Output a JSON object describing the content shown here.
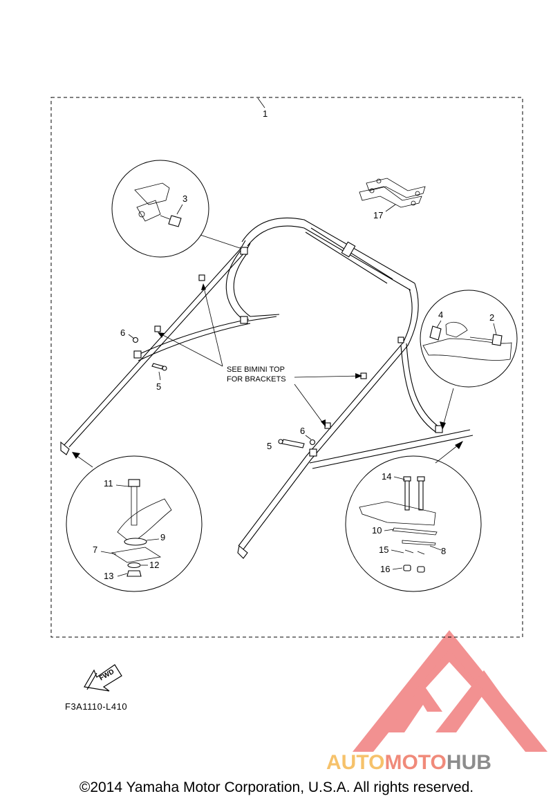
{
  "callouts": {
    "c1": "1",
    "c2": "2",
    "c3": "3",
    "c4": "4",
    "c5a": "5",
    "c5b": "5",
    "c6a": "6",
    "c6b": "6",
    "c7": "7",
    "c8": "8",
    "c9": "9",
    "c10": "10",
    "c11": "11",
    "c12": "12",
    "c13": "13",
    "c14": "14",
    "c15": "15",
    "c16": "16",
    "c17": "17"
  },
  "note": {
    "line1": "SEE BIMINI TOP",
    "line2": "FOR BRACKETS"
  },
  "fwd_label": "FWD",
  "diagram_code": "F3A1110-L410",
  "watermark": {
    "part1": "AUTO",
    "part2": "MOTO",
    "part3": "HUB",
    "colors": {
      "auto": "#f6c26b",
      "moto": "#f08a7a",
      "hub": "#8c8c8c",
      "logo": "#f07e7e"
    }
  },
  "copyright": "©2014 Yamaha Motor Corporation, U.S.A. All rights reserved."
}
